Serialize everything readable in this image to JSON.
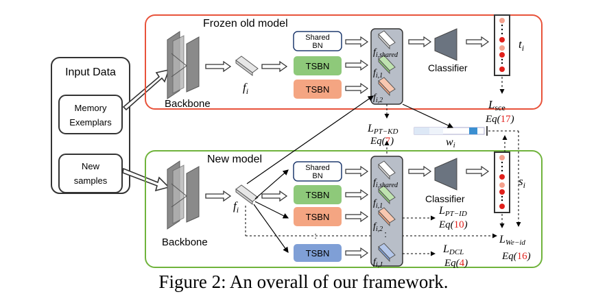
{
  "input_panel": {
    "title": "Input Data",
    "memory": [
      "Memory",
      "Exemplars"
    ],
    "new_samples": [
      "New",
      "samples"
    ]
  },
  "frozen": {
    "title": "Frozen old model",
    "backbone": "Backbone",
    "feature": "f",
    "feature_sub": "i",
    "shared_bn": [
      "Shared",
      "BN"
    ],
    "tsbn": "TSBN",
    "feat_shared": "f",
    "feat_shared_sub": "i,shared",
    "feat_1": "f",
    "feat_1_sub": "i,1",
    "feat_2": "f",
    "feat_2_sub": "i,2",
    "classifier": "Classifier",
    "output": "t",
    "output_sub": "i",
    "loss": "L",
    "loss_sub": "sce",
    "eq_prefix": "Eq(",
    "eq_num": "17",
    "eq_suffix": ")"
  },
  "middle": {
    "loss": "L",
    "loss_sub": "PT−KD",
    "eq_prefix": "Eq(",
    "eq_num": "7",
    "eq_suffix": ")",
    "weight": "w",
    "weight_sub": "i"
  },
  "new_model": {
    "title": "New model",
    "backbone": "Backbone",
    "feature": "f",
    "feature_sub": "i",
    "shared_bn": [
      "Shared",
      "BN"
    ],
    "tsbn": "TSBN",
    "dots": ":",
    "feat_shared": "f",
    "feat_shared_sub": "i,shared",
    "feat_1": "f",
    "feat_1_sub": "i,1",
    "feat_2": "f",
    "feat_2_sub": "i,2",
    "feat_j": "f",
    "feat_j_sub": "i,J",
    "classifier": "Classifier",
    "output": "s",
    "output_sub": "i",
    "loss_ptid": "L",
    "loss_ptid_sub": "PT−ID",
    "eq_ptid_num": "10",
    "loss_dcl": "L",
    "loss_dcl_sub": "DCL",
    "eq_dcl_num": "4",
    "loss_weid": "L",
    "loss_weid_sub": "We−id",
    "eq_weid_num": "16",
    "eq_prefix": "Eq(",
    "eq_suffix": ")"
  },
  "caption": "Figure 2: An overall of our framework.",
  "colors": {
    "frozen_border": "#e8523a",
    "new_border": "#6fb33b",
    "green_bn": "#8ec97a",
    "orange_bn": "#f4a582",
    "blue_bn": "#7f9fd6",
    "eq_red": "#e0201b",
    "dot_pink": "#f4a08c",
    "dot_red": "#e0201b"
  }
}
